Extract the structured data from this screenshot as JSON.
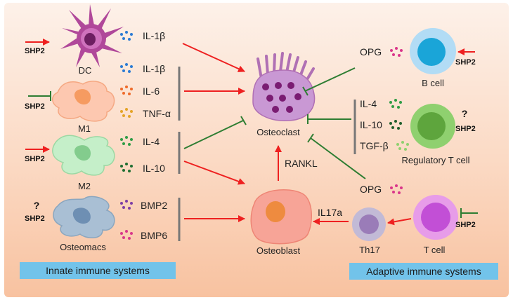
{
  "cells": {
    "dc": "DC",
    "m1": "M1",
    "m2": "M2",
    "osteomacs": "Osteomacs",
    "osteoclast": "Osteoclast",
    "osteoblast": "Osteoblast",
    "bcell": "B cell",
    "treg": "Regulatory T cell",
    "th17": "Th17",
    "tcell": "T cell"
  },
  "cytokines": {
    "il1b_dc": "IL-1β",
    "il1b_m1": "IL-1β",
    "il6": "IL-6",
    "tnfa": "TNF-α",
    "il4_m2": "IL-4",
    "il10_m2": "IL-10",
    "bmp2": "BMP2",
    "bmp6": "BMP6",
    "opg_b": "OPG",
    "il4_treg": "IL-4",
    "il10_treg": "IL-10",
    "tgfb": "TGF-β",
    "opg_t": "OPG",
    "rankl": "RANKL",
    "il17a": "IL17a"
  },
  "regulators": {
    "shp2": "SHP2",
    "unknown": "?"
  },
  "panels": {
    "innate": "Innate immune systems",
    "adaptive": "Adaptive immune systems"
  },
  "colors": {
    "activate": "#ee2020",
    "inhibit": "#2e7d32",
    "bracket": "#777777",
    "panel": "#72c3ea"
  }
}
